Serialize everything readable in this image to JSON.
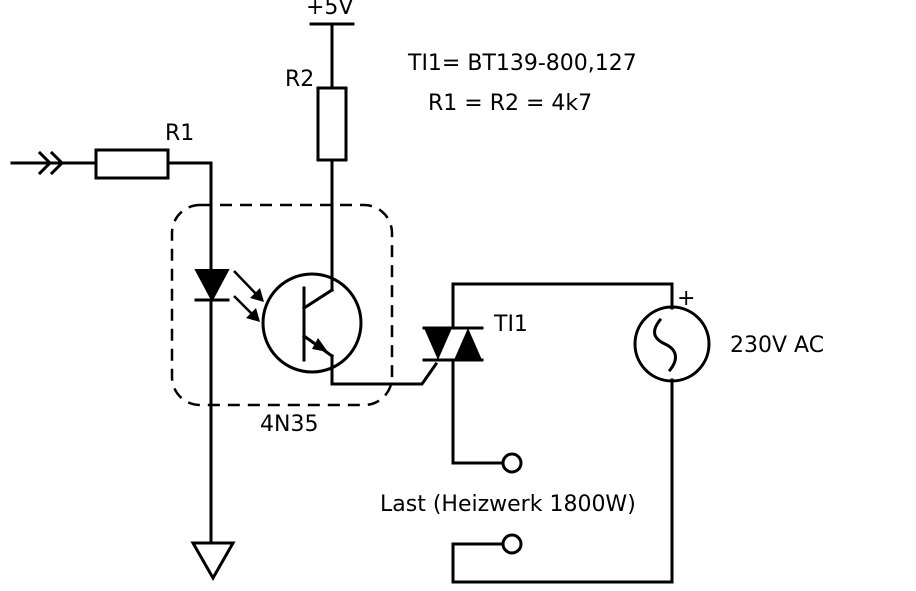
{
  "labels": {
    "supply": "+5V",
    "r2": "R2",
    "r1": "R1",
    "note_line1": "TI1= BT139-800,127",
    "note_line2": "R1 = R2 = 4k7",
    "optocoupler": "4N35",
    "triac": "TI1",
    "source": "230V AC",
    "source_polarity": "+",
    "load": "Last (Heizwerk 1800W)"
  }
}
